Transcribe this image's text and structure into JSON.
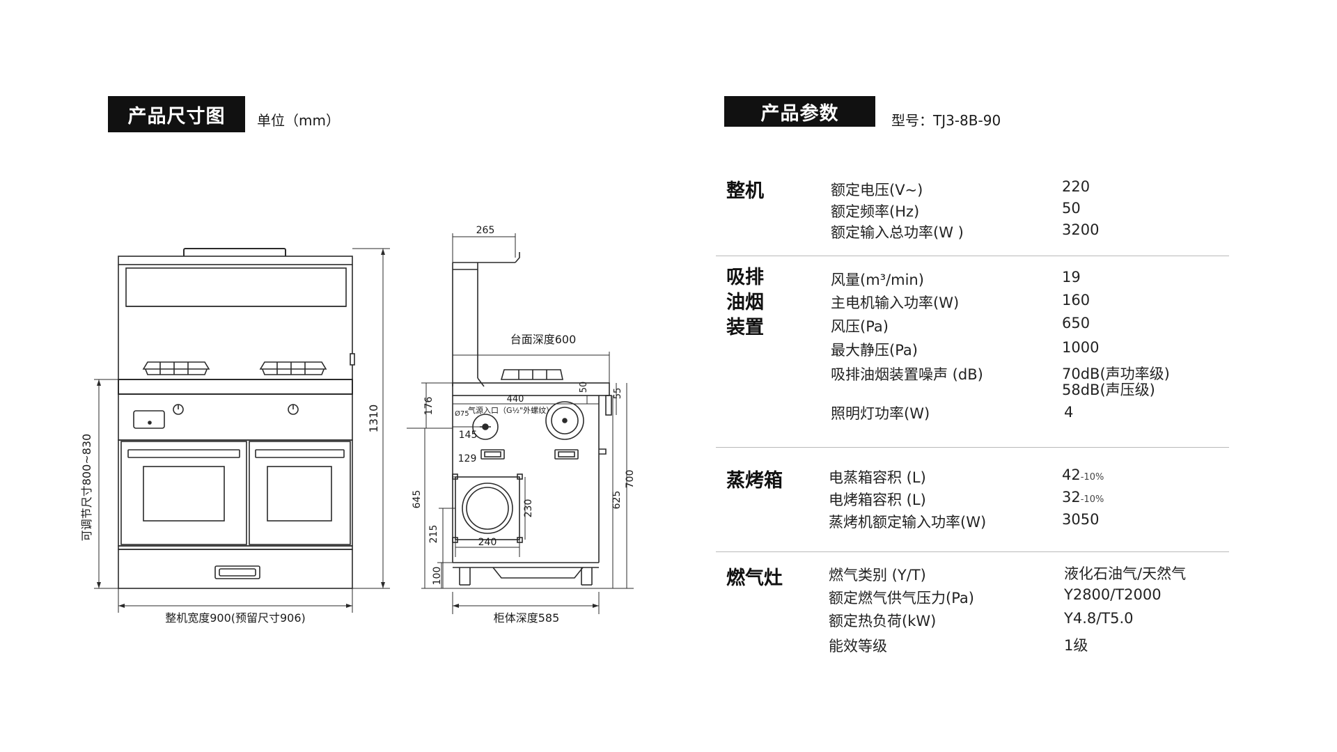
{
  "left_panel": {
    "title": "产品尺寸图",
    "unit": "单位（mm）",
    "front_view": {
      "height_label": "1310",
      "adjust_label": "可调节尺寸800~830",
      "width_label": "整机宽度900(预留尺寸906)"
    },
    "side_view": {
      "top_width": "265",
      "counter_depth": "台面深度600",
      "dim_440": "440",
      "dim_50": "50",
      "dim_55": "55",
      "dim_176": "176",
      "gas_inlet": "气源入口（G½\"外螺纹）",
      "phi75": "Ø75",
      "dim_145": "145",
      "dim_129": "129",
      "dim_645": "645",
      "dim_230": "230",
      "dim_215": "215",
      "dim_240": "240",
      "dim_625": "625",
      "dim_700": "700",
      "dim_100": "100",
      "cabinet_depth": "柜体深度585"
    }
  },
  "right_panel": {
    "title": "产品参数",
    "model": "型号：TJ3-8B-90",
    "sections": [
      {
        "name": "整机",
        "rows": [
          {
            "label": "额定电压(V~)",
            "value": "220"
          },
          {
            "label": "额定频率(Hz)",
            "value": "50"
          },
          {
            "label": "额定输入总功率(W )",
            "value": "3200"
          }
        ]
      },
      {
        "name_lines": [
          "吸排",
          "油烟",
          "装置"
        ],
        "rows": [
          {
            "label": "风量(m³/min)",
            "value": "19"
          },
          {
            "label": "主电机输入功率(W)",
            "value": "160"
          },
          {
            "label": "风压(Pa)",
            "value": "650"
          },
          {
            "label": "最大静压(Pa)",
            "value": "1000"
          },
          {
            "label": "吸排油烟装置噪声 (dB)",
            "value": "70dB(声功率级)",
            "value2": "58dB(声压级)"
          },
          {
            "label": "照明灯功率(W)",
            "value": "4"
          }
        ]
      },
      {
        "name": "蒸烤箱",
        "rows": [
          {
            "label": "电蒸箱容积 (L)",
            "value": "42",
            "tol": "-10%"
          },
          {
            "label": "电烤箱容积 (L)",
            "value": "32",
            "tol": "-10%"
          },
          {
            "label": "蒸烤机额定输入功率(W)",
            "value": "3050"
          }
        ]
      },
      {
        "name": "燃气灶",
        "rows": [
          {
            "label": "燃气类别 (Y/T)",
            "value": "液化石油气/天然气"
          },
          {
            "label": "额定燃气供气压力(Pa)",
            "value": "Y2800/T2000"
          },
          {
            "label": "额定热负荷(kW)",
            "value": "Y4.8/T5.0"
          },
          {
            "label": "能效等级",
            "value": "1级"
          }
        ]
      }
    ]
  }
}
